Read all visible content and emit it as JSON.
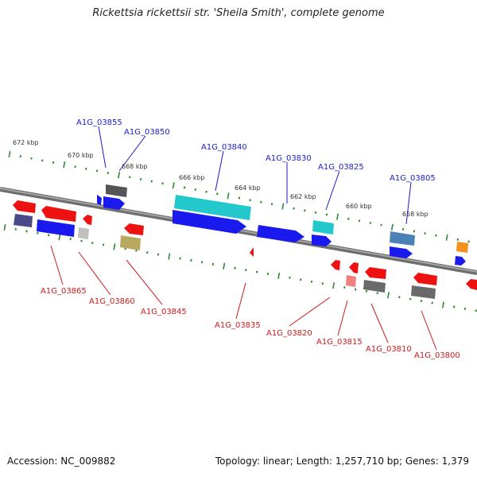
{
  "title": "Rickettsia rickettsii str. 'Sheila Smith', complete genome",
  "footer": {
    "accession": "Accession: NC_009882",
    "stats": "Topology: linear; Length: 1,257,710 bp; Genes: 1,379"
  },
  "scale_labels": [
    "672 kbp",
    "670 kbp",
    "668 kbp",
    "666 kbp",
    "664 kbp",
    "662 kbp",
    "660 kbp",
    "658 kbp"
  ],
  "gene_labels": {
    "top": [
      "A1G_03855",
      "A1G_03850",
      "A1G_03840",
      "A1G_03830",
      "A1G_03825",
      "A1G_03805"
    ],
    "bottom": [
      "A1G_03865",
      "A1G_03860",
      "A1G_03845",
      "A1G_03835",
      "A1G_03820",
      "A1G_03815",
      "A1G_03810",
      "A1G_03800"
    ]
  },
  "colors": {
    "top_label": "#1a1acc",
    "bottom_label": "#cc1a1a",
    "tick": "#2e8b2e",
    "backbone": "#8a8a8a",
    "red": "#ee1111",
    "blue": "#1a1aee",
    "cyan": "#22c8cc",
    "gray": "#6a6a6a",
    "steel": "#4a82b8",
    "navy": "#4a4a8a",
    "olive": "#b8a860",
    "pink": "#f08080",
    "silver": "#c0c0c0",
    "orange": "#f5901a"
  }
}
